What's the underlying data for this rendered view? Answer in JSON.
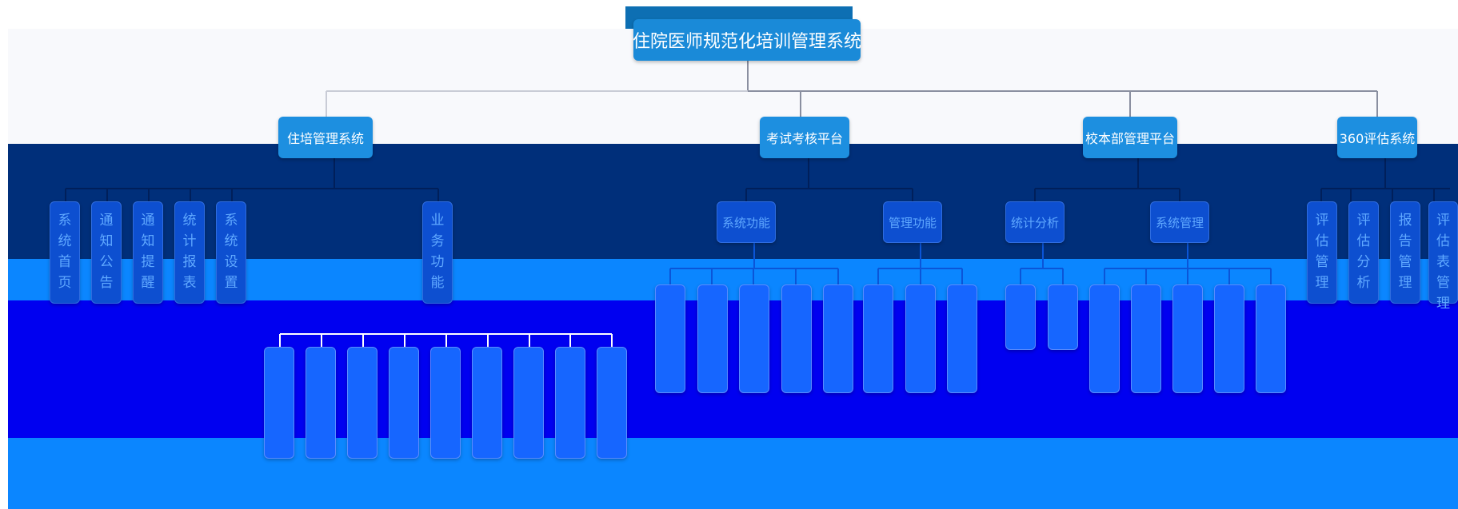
{
  "colors": {
    "page_bg": "#ffffff",
    "top_band": "#f8f9fc",
    "navy_band": "#002f7a",
    "blue_band": "#0b86ff",
    "royal_band": "#0000f0",
    "root_node": "#1a8ad8",
    "level1_node": "#1d8fe0",
    "connector": "#8a8fa0"
  },
  "root": {
    "title": "住院医师规范化培训管理系统"
  },
  "level1": [
    {
      "label": "住培管理系统"
    },
    {
      "label": "考试考核平台"
    },
    {
      "label": "校本部管理平台"
    },
    {
      "label": "360评估系统"
    }
  ],
  "level2": {
    "residency": [
      {
        "label": "系统首页"
      },
      {
        "label": "通知公告"
      },
      {
        "label": "通知提醒"
      },
      {
        "label": "统计报表"
      },
      {
        "label": "系统设置"
      },
      {
        "label": "业务功能"
      }
    ],
    "exam": [
      {
        "label": "系统功能"
      },
      {
        "label": "管理功能"
      }
    ],
    "campus": [
      {
        "label": "统计分析"
      },
      {
        "label": "系统管理"
      }
    ],
    "eval": [
      {
        "label": "评估管理"
      },
      {
        "label": "评估分析"
      },
      {
        "label": "报告管理"
      },
      {
        "label": "评估表管理"
      }
    ]
  },
  "leaf_rows": {
    "business": [
      {
        "label": ""
      },
      {
        "label": ""
      },
      {
        "label": ""
      },
      {
        "label": ""
      },
      {
        "label": ""
      },
      {
        "label": ""
      },
      {
        "label": ""
      },
      {
        "label": ""
      },
      {
        "label": ""
      }
    ],
    "exam_func": [
      {
        "label": ""
      },
      {
        "label": ""
      },
      {
        "label": ""
      },
      {
        "label": ""
      },
      {
        "label": ""
      }
    ],
    "exam_manage": [
      {
        "label": ""
      },
      {
        "label": ""
      },
      {
        "label": ""
      }
    ],
    "campus_stats": [
      {
        "label": ""
      },
      {
        "label": ""
      }
    ],
    "campus_manage": [
      {
        "label": ""
      },
      {
        "label": ""
      },
      {
        "label": ""
      },
      {
        "label": ""
      },
      {
        "label": ""
      }
    ]
  }
}
